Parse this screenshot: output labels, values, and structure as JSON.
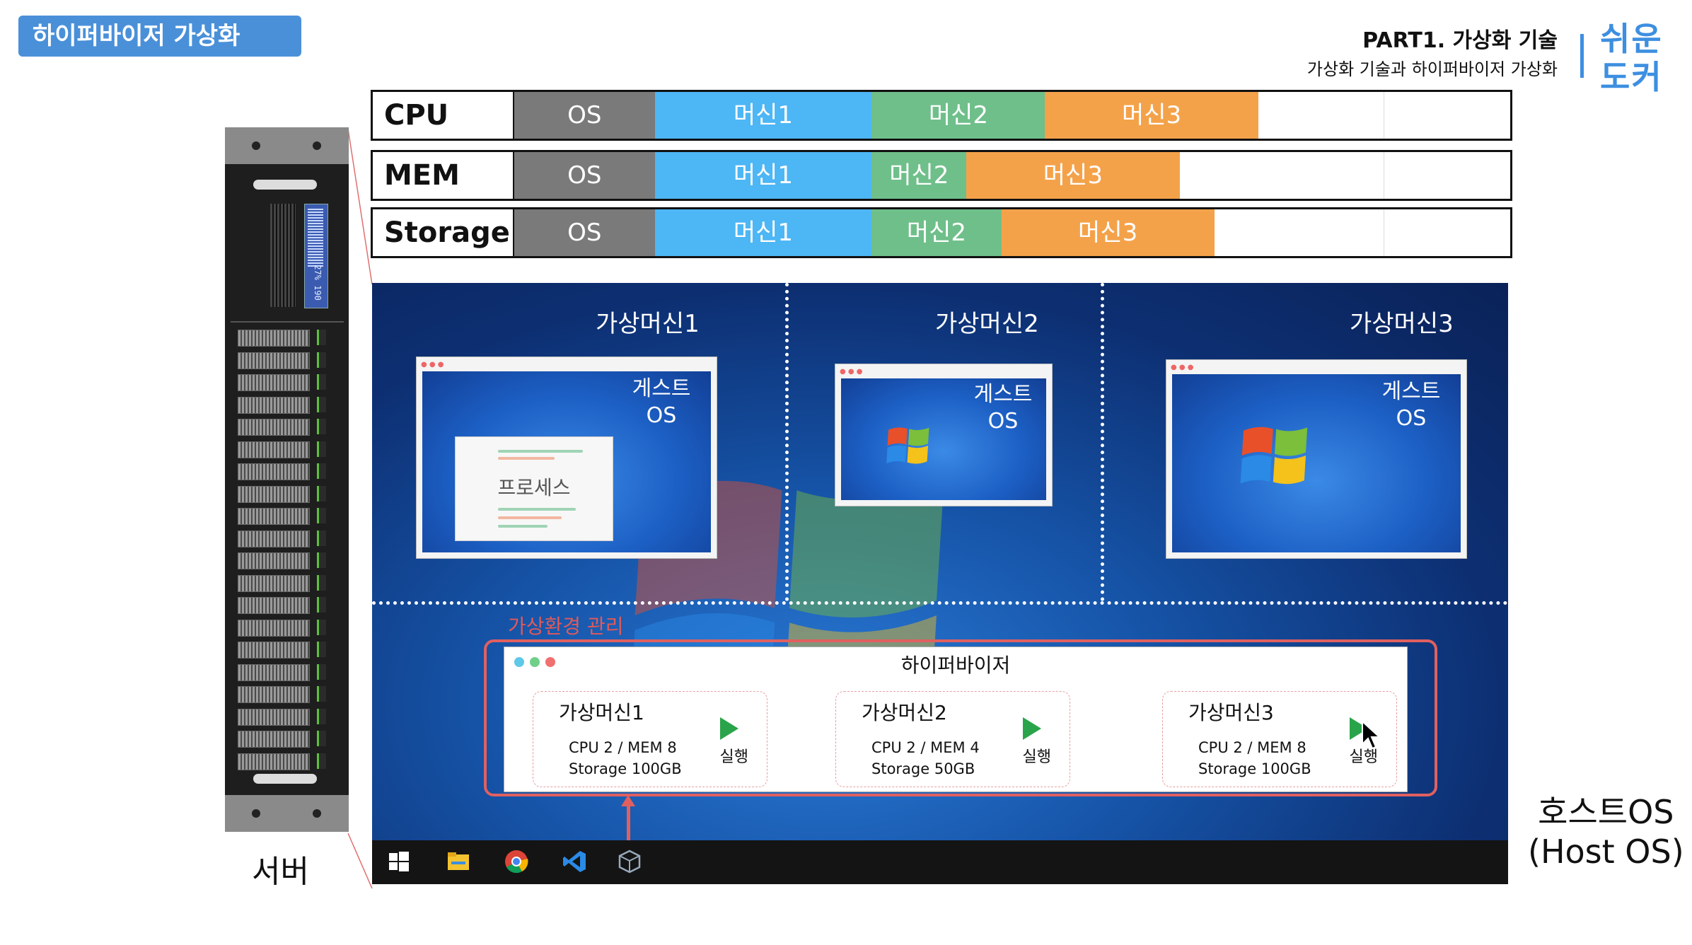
{
  "header": {
    "section_badge": "하이퍼바이저 가상화",
    "part_title": "PART1. 가상화 기술",
    "part_subtitle": "가상화 기술과 하이퍼바이저 가상화",
    "brand_line1": "쉬운",
    "brand_line2": "도커"
  },
  "server": {
    "label": "서버",
    "display_line1": "27%",
    "display_line2": "190"
  },
  "resources": [
    {
      "label": "CPU",
      "segments": [
        {
          "text": "OS",
          "color": "#7a7a7a",
          "share": 0.141
        },
        {
          "text": "머신1",
          "color": "#4db6f5",
          "share": 0.218
        },
        {
          "text": "머신2",
          "color": "#6fbf8a",
          "share": 0.174
        },
        {
          "text": "머신3",
          "color": "#f4a24a",
          "share": 0.214
        }
      ]
    },
    {
      "label": "MEM",
      "segments": [
        {
          "text": "OS",
          "color": "#7a7a7a",
          "share": 0.141
        },
        {
          "text": "머신1",
          "color": "#4db6f5",
          "share": 0.218
        },
        {
          "text": "머신2",
          "color": "#6fbf8a",
          "share": 0.095
        },
        {
          "text": "머신3",
          "color": "#f4a24a",
          "share": 0.214
        }
      ]
    },
    {
      "label": "Storage",
      "segments": [
        {
          "text": "OS",
          "color": "#7a7a7a",
          "share": 0.141
        },
        {
          "text": "머신1",
          "color": "#4db6f5",
          "share": 0.218
        },
        {
          "text": "머신2",
          "color": "#6fbf8a",
          "share": 0.13
        },
        {
          "text": "머신3",
          "color": "#f4a24a",
          "share": 0.214
        }
      ]
    }
  ],
  "vms": [
    {
      "title": "가상머신1",
      "guest_line1": "게스트",
      "guest_line2": "OS",
      "process": "프로세스"
    },
    {
      "title": "가상머신2",
      "guest_line1": "게스트",
      "guest_line2": "OS"
    },
    {
      "title": "가상머신3",
      "guest_line1": "게스트",
      "guest_line2": "OS"
    }
  ],
  "management_label": "가상환경 관리",
  "hypervisor": {
    "title": "하이퍼바이저",
    "cards": [
      {
        "name": "가상머신1",
        "spec": "CPU 2 / MEM 8\nStorage 100GB",
        "run": "실행"
      },
      {
        "name": "가상머신2",
        "spec": "CPU 2 / MEM 4\nStorage 50GB",
        "run": "실행"
      },
      {
        "name": "가상머신3",
        "spec": "CPU 2 / MEM 8\nStorage 100GB",
        "run": "실행"
      }
    ]
  },
  "taskbar_icons": [
    "windows-start-icon",
    "file-explorer-icon",
    "chrome-icon",
    "vscode-icon",
    "virtualbox-icon"
  ],
  "host_label": "호스트OS\n(Host OS)"
}
